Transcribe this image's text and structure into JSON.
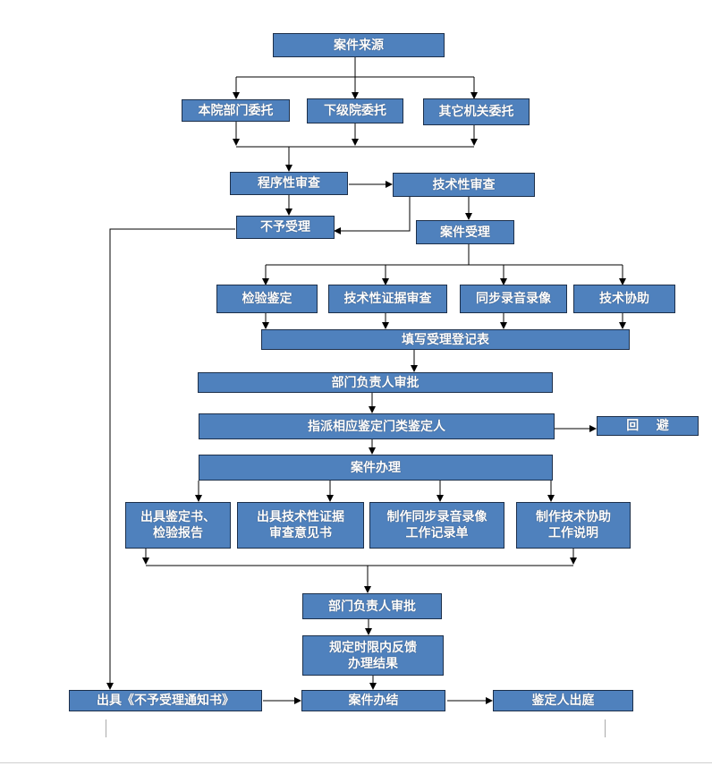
{
  "colors": {
    "box_fill": "#4f81bd",
    "box_border": "#1c2f4a",
    "text": "#ffffff",
    "line": "#000000"
  },
  "nodes": {
    "source": "案件来源",
    "dept_entrust": "本院部门委托",
    "lower_entrust": "下级院委托",
    "other_entrust": "其它机关委托",
    "procedural_review": "程序性审查",
    "technical_review": "技术性审查",
    "reject": "不予受理",
    "accept": "案件受理",
    "inspection": "检验鉴定",
    "tech_evidence_review": "技术性证据审查",
    "sync_recording": "同步录音录像",
    "tech_assist": "技术协助",
    "register_form": "填写受理登记表",
    "head_approval_1": "部门负责人审批",
    "assign_appraiser": "指派相应鉴定门类鉴定人",
    "recusal": "回    避",
    "case_handling": "案件办理",
    "issue_report": "出具鉴定书、\n检验报告",
    "issue_review_opinion": "出具技术性证据\n审查意见书",
    "make_recording_record": "制作同步录音录像\n工作记录单",
    "make_assist_note": "制作技术协助\n工作说明",
    "head_approval_2": "部门负责人审批",
    "feedback": "规定时限内反馈\n办理结果",
    "reject_notice": "出具《不予受理通知书》",
    "case_closed": "案件办结",
    "appraiser_court": "鉴定人出庭"
  }
}
